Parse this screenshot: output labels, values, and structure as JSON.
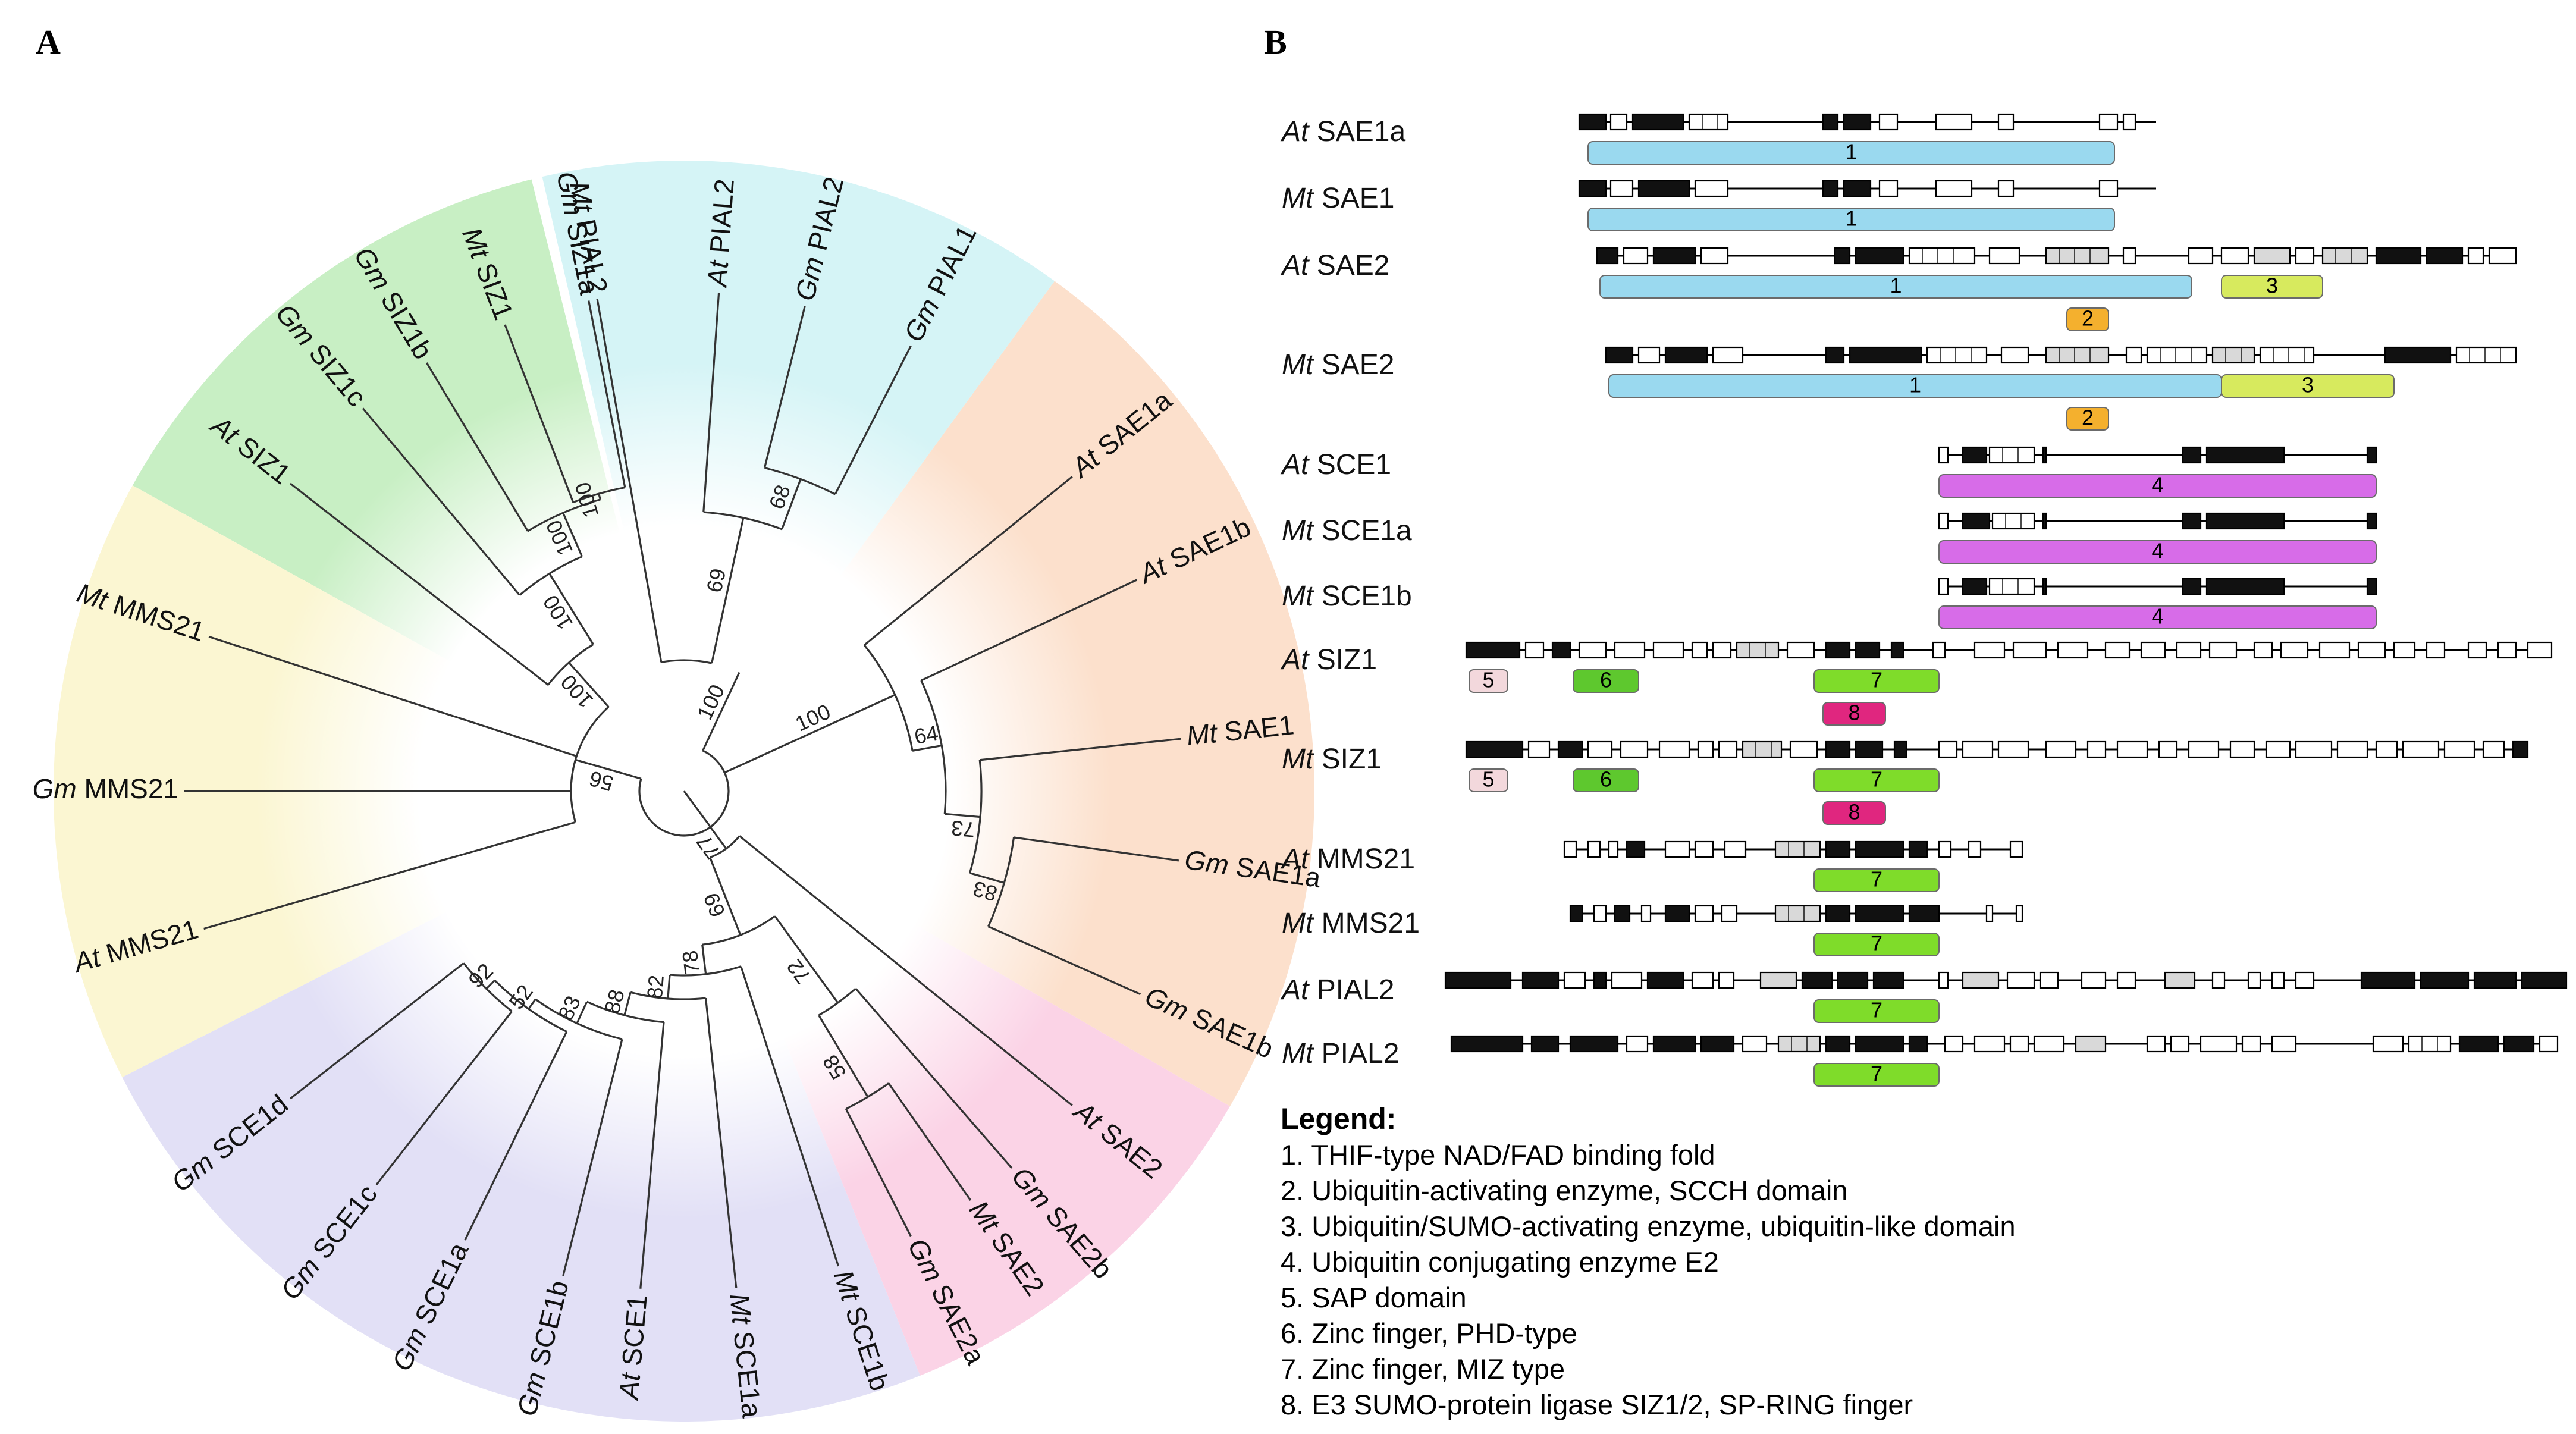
{
  "panels": {
    "a_label": "A",
    "b_label": "B"
  },
  "tree": {
    "leaves": [
      {
        "sp": "Gm",
        "name": "SIZ1a"
      },
      {
        "sp": "Mt",
        "name": "SIZ1"
      },
      {
        "sp": "Gm",
        "name": "SIZ1b"
      },
      {
        "sp": "Gm",
        "name": "SIZ1c"
      },
      {
        "sp": "At",
        "name": "SIZ1"
      },
      {
        "sp": "Mt",
        "name": "MMS21"
      },
      {
        "sp": "Gm",
        "name": "MMS21"
      },
      {
        "sp": "At",
        "name": "MMS21"
      },
      {
        "sp": "Gm",
        "name": "SCE1d"
      },
      {
        "sp": "Gm",
        "name": "SCE1c"
      },
      {
        "sp": "Gm",
        "name": "SCE1a"
      },
      {
        "sp": "Gm",
        "name": "SCE1b"
      },
      {
        "sp": "At",
        "name": "SCE1"
      },
      {
        "sp": "Mt",
        "name": "SCE1a"
      },
      {
        "sp": "Mt",
        "name": "SCE1b"
      },
      {
        "sp": "Gm",
        "name": "SAE2a"
      },
      {
        "sp": "Mt",
        "name": "SAE2"
      },
      {
        "sp": "Gm",
        "name": "SAE2b"
      },
      {
        "sp": "At",
        "name": "SAE2"
      },
      {
        "sp": "Gm",
        "name": "SAE1b"
      },
      {
        "sp": "Gm",
        "name": "SAE1a"
      },
      {
        "sp": "Mt",
        "name": "SAE1"
      },
      {
        "sp": "At",
        "name": "SAE1b"
      },
      {
        "sp": "At",
        "name": "SAE1a"
      },
      {
        "sp": "Gm",
        "name": "PIAL1"
      },
      {
        "sp": "Gm",
        "name": "PIAL2"
      },
      {
        "sp": "At",
        "name": "PIAL2"
      },
      {
        "sp": "Mt",
        "name": "PIAL2"
      }
    ],
    "bootstrap": [
      "100",
      "100",
      "100",
      "100",
      "56",
      "92",
      "52",
      "83",
      "88",
      "82",
      "78",
      "58",
      "72",
      "69",
      "77",
      "83",
      "73",
      "64",
      "100",
      "68",
      "69"
    ],
    "sector_colors": [
      "#c8efc4",
      "#fbf6d2",
      "#e2e0f6",
      "#fbd3e6",
      "#fce0cc",
      "#d5f4f6"
    ]
  },
  "genes": {
    "rows": [
      {
        "sp": "At",
        "name": "SAE1a"
      },
      {
        "sp": "Mt",
        "name": "SAE1"
      },
      {
        "sp": "At",
        "name": "SAE2"
      },
      {
        "sp": "Mt",
        "name": "SAE2"
      },
      {
        "sp": "At",
        "name": "SCE1"
      },
      {
        "sp": "Mt",
        "name": "SCE1a"
      },
      {
        "sp": "Mt",
        "name": "SCE1b"
      },
      {
        "sp": "At",
        "name": "SIZ1"
      },
      {
        "sp": "Mt",
        "name": "SIZ1"
      },
      {
        "sp": "At",
        "name": "MMS21"
      },
      {
        "sp": "Mt",
        "name": "MMS21"
      },
      {
        "sp": "At",
        "name": "PIAL2"
      },
      {
        "sp": "Mt",
        "name": "PIAL2"
      }
    ],
    "domain_numbers": [
      "1",
      "2",
      "3",
      "4",
      "5",
      "6",
      "7",
      "8"
    ],
    "domain_colors": {
      "1": "#9ad9ef",
      "2": "#f4b02e",
      "3": "#d7ea5e",
      "4": "#d76ce8",
      "5": "#f3d8dc",
      "6": "#5ec82e",
      "7": "#7fdc2a",
      "8": "#e0267f"
    }
  },
  "legend": {
    "title": "Legend:",
    "items": [
      "1. THIF-type NAD/FAD binding fold",
      "2. Ubiquitin-activating enzyme, SCCH domain",
      "3. Ubiquitin/SUMO-activating enzyme, ubiquitin-like domain",
      "4. Ubiquitin conjugating enzyme E2",
      "5. SAP domain",
      "6. Zinc finger, PHD-type",
      "7. Zinc finger, MIZ type",
      "8. E3 SUMO-protein ligase SIZ1/2, SP-RING finger"
    ]
  }
}
